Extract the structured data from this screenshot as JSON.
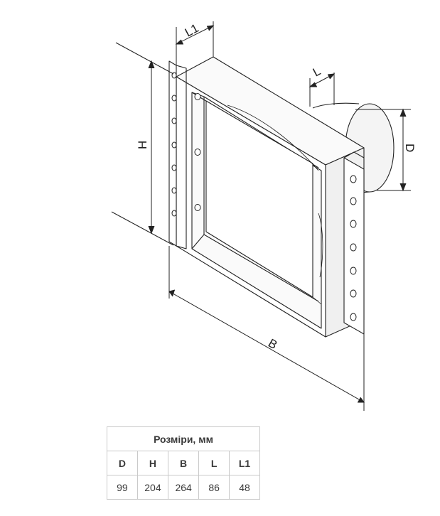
{
  "drawing": {
    "labels": {
      "l1": "L1",
      "l": "L",
      "h": "H",
      "d": "D",
      "b": "B"
    }
  },
  "dimensions_table": {
    "title": "Розміри, мм",
    "headers": [
      "D",
      "H",
      "B",
      "L",
      "L1"
    ],
    "values": [
      "99",
      "204",
      "264",
      "86",
      "48"
    ]
  },
  "colors": {
    "stroke": "#222222",
    "face_shade": "#f2f2f2",
    "table_border": "#c9c9c9",
    "table_text": "#3a3a3a"
  }
}
